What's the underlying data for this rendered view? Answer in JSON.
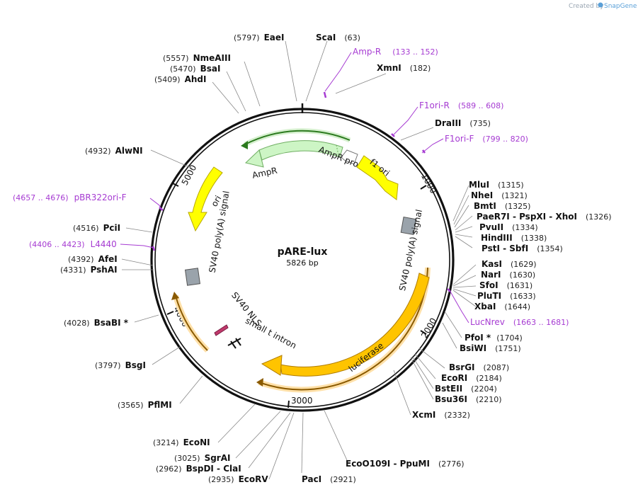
{
  "watermark": {
    "created_by": "Created by",
    "brand": "SnapGene"
  },
  "plasmid": {
    "name": "pARE-lux",
    "length": "5826 bp"
  },
  "ticks": [
    "1000",
    "2000",
    "3000",
    "4000",
    "5000"
  ],
  "features": {
    "ampr": "AmpR",
    "ampr_promoter": "AmpR promoter",
    "f1_ori": "f1 ori",
    "ori": "ori",
    "sv40_left": "SV40 poly(A) signal",
    "sv40_right": "SV40 poly(A) signal",
    "luciferase": "luciferase",
    "sv40_nls": "SV40 NLS",
    "small_t": "small t intron"
  },
  "sites": [
    {
      "pos": "(5797)",
      "name": "EaeI"
    },
    {
      "pos": "(63)",
      "name": "ScaI"
    },
    {
      "pos": "(182)",
      "name": "XmnI"
    },
    {
      "pos": "(5557)",
      "name": "NmeAIII"
    },
    {
      "pos": "(5470)",
      "name": "BsaI"
    },
    {
      "pos": "(5409)",
      "name": "AhdI"
    },
    {
      "pos": "(735)",
      "name": "DraIII"
    },
    {
      "pos": "(4932)",
      "name": "AlwNI"
    },
    {
      "pos": "(1315)",
      "name": "MluI"
    },
    {
      "pos": "(1321)",
      "name": "NheI"
    },
    {
      "pos": "(1325)",
      "name": "BmtI"
    },
    {
      "pos": "(1326)",
      "name": "PaeR7I - PspXI - XhoI"
    },
    {
      "pos": "(1334)",
      "name": "PvuII"
    },
    {
      "pos": "(1338)",
      "name": "HindIII"
    },
    {
      "pos": "(1354)",
      "name": "PstI - SbfI"
    },
    {
      "pos": "(4516)",
      "name": "PciI"
    },
    {
      "pos": "(4392)",
      "name": "AfeI"
    },
    {
      "pos": "(4331)",
      "name": "PshAI"
    },
    {
      "pos": "(1629)",
      "name": "KasI"
    },
    {
      "pos": "(1630)",
      "name": "NarI"
    },
    {
      "pos": "(1631)",
      "name": "SfoI"
    },
    {
      "pos": "(1633)",
      "name": "PluTI"
    },
    {
      "pos": "(1644)",
      "name": "XbaI"
    },
    {
      "pos": "(4028)",
      "name": "BsaBI *"
    },
    {
      "pos": "(1704)",
      "name": "PfoI *"
    },
    {
      "pos": "(1751)",
      "name": "BsiWI"
    },
    {
      "pos": "(3797)",
      "name": "BsgI"
    },
    {
      "pos": "(2087)",
      "name": "BsrGI"
    },
    {
      "pos": "(2184)",
      "name": "EcoRI"
    },
    {
      "pos": "(2204)",
      "name": "BstEII"
    },
    {
      "pos": "(2210)",
      "name": "Bsu36I"
    },
    {
      "pos": "(2332)",
      "name": "XcmI"
    },
    {
      "pos": "(3565)",
      "name": "PflMI"
    },
    {
      "pos": "(3214)",
      "name": "EcoNI"
    },
    {
      "pos": "(3025)",
      "name": "SgrAI"
    },
    {
      "pos": "(2962)",
      "name": "BspDI - ClaI"
    },
    {
      "pos": "(2935)",
      "name": "EcoRV"
    },
    {
      "pos": "(2921)",
      "name": "PacI"
    },
    {
      "pos": "(2776)",
      "name": "EcoO109I - PpuMI"
    }
  ],
  "primers": [
    {
      "name": "Amp-R",
      "range": "(133 .. 152)"
    },
    {
      "name": "F1ori-R",
      "range": "(589 .. 608)"
    },
    {
      "name": "F1ori-F",
      "range": "(799 .. 820)"
    },
    {
      "name": "pBR322ori-F",
      "range": "(4657 .. 4676)"
    },
    {
      "name": "L4440",
      "range": "(4406 .. 4423)"
    },
    {
      "name": "LucNrev",
      "range": "(1663 .. 1681)"
    }
  ],
  "colors": {
    "backbone": "#111111",
    "ampr_fill": "#cdf5c5",
    "ampr_stroke": "#7fbf6e",
    "yellow": "#ffff00",
    "orange": "#ffc400",
    "orange_halo": "#ffe0a8",
    "primer": "#a63bd2",
    "grey": "#9aa3ab"
  }
}
